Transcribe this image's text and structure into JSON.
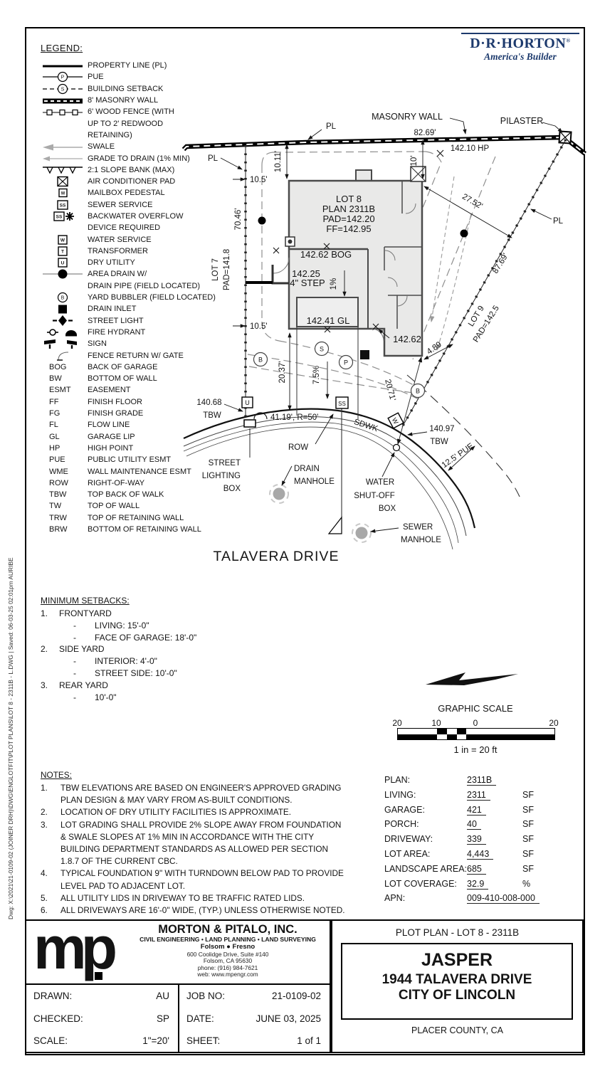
{
  "branding": {
    "line1": "D·R·HORTON",
    "reg": "®",
    "line2": "America's Builder",
    "navy": "#1d3a6d"
  },
  "legend": {
    "title": "LEGEND:",
    "sym": {
      "p": "P",
      "s": "S",
      "m": "M",
      "ss": "SS",
      "w": "W",
      "t": "T",
      "u": "U",
      "b": "B"
    },
    "items": [
      {
        "s": "pl",
        "t": "PROPERTY LINE (PL)"
      },
      {
        "s": "pue",
        "t": "PUE"
      },
      {
        "s": "setback",
        "t": "BUILDING SETBACK"
      },
      {
        "s": "masonry",
        "t": "8' MASONRY WALL"
      },
      {
        "s": "fence",
        "t": "6' WOOD FENCE (WITH"
      },
      {
        "s": "none",
        "t": "UP TO 2' REDWOOD"
      },
      {
        "s": "none",
        "t": "RETAINING)"
      },
      {
        "s": "swale",
        "t": "SWALE"
      },
      {
        "s": "grade",
        "t": "GRADE TO DRAIN (1% MIN)"
      },
      {
        "s": "slope",
        "t": "2:1 SLOPE BANK (MAX)"
      },
      {
        "s": "acpad",
        "t": "AIR CONDITIONER PAD"
      },
      {
        "s": "mbox",
        "t": "MAILBOX PEDESTAL"
      },
      {
        "s": "ssbox",
        "t": "SEWER SERVICE"
      },
      {
        "s": "ssstar",
        "t": "BACKWATER OVERFLOW"
      },
      {
        "s": "none",
        "t": "DEVICE REQUIRED"
      },
      {
        "s": "wbox",
        "t": "WATER SERVICE"
      },
      {
        "s": "tbox",
        "t": "TRANSFORMER"
      },
      {
        "s": "ubox",
        "t": "DRY UTILITY"
      },
      {
        "s": "areadrain",
        "t": "AREA DRAIN W/"
      },
      {
        "s": "none",
        "t": "DRAIN PIPE (FIELD LOCATED)"
      },
      {
        "s": "bubbler",
        "t": "YARD BUBBLER (FIELD LOCATED)"
      },
      {
        "s": "inlet",
        "t": "DRAIN INLET"
      },
      {
        "s": "stlight",
        "t": "STREET LIGHT"
      },
      {
        "s": "hydrant",
        "t": "FIRE HYDRANT"
      },
      {
        "s": "sign",
        "t": "SIGN"
      },
      {
        "s": "fenceret",
        "t": "FENCE RETURN W/ GATE"
      },
      {
        "s": "abbr",
        "a": "BOG",
        "t": "BACK OF GARAGE"
      },
      {
        "s": "abbr",
        "a": "BW",
        "t": "BOTTOM OF WALL"
      },
      {
        "s": "abbr",
        "a": "ESMT",
        "t": "EASEMENT"
      },
      {
        "s": "abbr",
        "a": "FF",
        "t": "FINISH FLOOR"
      },
      {
        "s": "abbr",
        "a": "FG",
        "t": "FINISH GRADE"
      },
      {
        "s": "abbr",
        "a": "FL",
        "t": "FLOW LINE"
      },
      {
        "s": "abbr",
        "a": "GL",
        "t": "GARAGE LIP"
      },
      {
        "s": "abbr",
        "a": "HP",
        "t": "HIGH POINT"
      },
      {
        "s": "abbr",
        "a": "PUE",
        "t": "PUBLIC UTILITY ESMT"
      },
      {
        "s": "abbr",
        "a": "WME",
        "t": "WALL MAINTENANCE ESMT"
      },
      {
        "s": "abbr",
        "a": "ROW",
        "t": "RIGHT-OF-WAY"
      },
      {
        "s": "abbr",
        "a": "TBW",
        "t": "TOP BACK OF WALK"
      },
      {
        "s": "abbr",
        "a": "TW",
        "t": "TOP OF WALL"
      },
      {
        "s": "abbr",
        "a": "TRW",
        "t": "TOP OF RETAINING WALL"
      },
      {
        "s": "abbr",
        "a": "BRW",
        "t": "BOTTOM OF RETAINING WALL"
      }
    ]
  },
  "plan": {
    "labels": {
      "masonry_wall": "MASONRY WALL",
      "dim_8269": "82.69'",
      "pilaster": "PILASTER",
      "pl_top": "PL",
      "pl_left": "PL",
      "pl_right": "PL",
      "hp": "142.10 HP",
      "dim_1011": "10.11'",
      "dim_10": "10'",
      "dim_105a": "10.5'",
      "dim_105b": "10.5'",
      "dim_7046": "70.46'",
      "lot7a": "LOT 7",
      "lot7b": "PAD=141.8",
      "lot8_1": "LOT 8",
      "lot8_2": "PLAN 2311B",
      "lot8_3": "PAD=142.20",
      "lot8_4": "FF=142.95",
      "dim_2752": "27.52'",
      "dim_8769": "87.69'",
      "lot9a": "LOT 9",
      "lot9b": "PAD=142.5",
      "bog": "142.62 BOG",
      "step1": "142.25",
      "step2": "4\" STEP",
      "pct1": "1%",
      "gl": "142.41 GL",
      "el14262": "142.62",
      "dim_489": "4.89",
      "dim_2037": "20.37'",
      "pct75": "7.5%",
      "dim_2071": "20.71'",
      "tbw1a": "140.68",
      "tbw1b": "TBW",
      "arc_dim": "41.19', R=50'",
      "sdwk": "SDWK",
      "tbw2a": "140.97",
      "tbw2b": "TBW",
      "row": "ROW",
      "pue125": "12.5' PUE",
      "slb1": "STREET",
      "slb2": "LIGHTING",
      "slb3": "BOX",
      "dm1": "DRAIN",
      "dm2": "MANHOLE",
      "ws1": "WATER",
      "ws2": "SHUT-OFF",
      "ws3": "BOX",
      "sm1": "SEWER",
      "sm2": "MANHOLE",
      "street": "TALAVERA DRIVE",
      "sym_b": "B",
      "sym_s": "S",
      "sym_p": "P",
      "sym_u": "U",
      "sym_ss": "SS",
      "sym_w": "W"
    }
  },
  "setbacks": {
    "title": "MINIMUM SETBACKS:",
    "lines": [
      {
        "n": "1.",
        "t": "FRONTYARD",
        "lvl": 0
      },
      {
        "n": "-",
        "t": "LIVING: 15'-0\"",
        "lvl": 1
      },
      {
        "n": "-",
        "t": "FACE OF GARAGE: 18'-0\"",
        "lvl": 1
      },
      {
        "n": "2.",
        "t": "SIDE YARD",
        "lvl": 0
      },
      {
        "n": "-",
        "t": "INTERIOR: 4'-0\"",
        "lvl": 1
      },
      {
        "n": "-",
        "t": "STREET SIDE: 10'-0\"",
        "lvl": 1
      },
      {
        "n": "3.",
        "t": "REAR YARD",
        "lvl": 0
      },
      {
        "n": "-",
        "t": "10'-0\"",
        "lvl": 1
      }
    ]
  },
  "notes": {
    "title": "NOTES:",
    "items": [
      {
        "n": "1.",
        "t": "TBW ELEVATIONS ARE BASED ON ENGINEER'S APPROVED GRADING PLAN DESIGN & MAY VARY FROM AS-BUILT CONDITIONS."
      },
      {
        "n": "2.",
        "t": "LOCATION OF DRY UTILITY FACILITIES IS APPROXIMATE."
      },
      {
        "n": "3.",
        "t": "LOT GRADING SHALL PROVIDE 2% SLOPE AWAY FROM FOUNDATION & SWALE SLOPES AT 1% MIN IN ACCORDANCE WITH THE CITY BUILDING DEPARTMENT STANDARDS AS ALLOWED PER SECTION 1.8.7 OF THE CURRENT CBC."
      },
      {
        "n": "4.",
        "t": "TYPICAL FOUNDATION 9\" WITH TURNDOWN BELOW PAD TO PROVIDE LEVEL PAD TO ADJACENT LOT."
      },
      {
        "n": "5.",
        "t": "ALL UTILITY LIDS IN DRIVEWAY TO BE TRAFFIC RATED LIDS."
      },
      {
        "n": "6.",
        "t": "ALL DRIVEWAYS ARE 16'-0\" WIDE, (TYP.) UNLESS OTHERWISE NOTED."
      }
    ]
  },
  "areas": {
    "rows": [
      {
        "label": "PLAN:",
        "value": "2311B",
        "unit": ""
      },
      {
        "label": "LIVING:",
        "value": "2311",
        "unit": "SF"
      },
      {
        "label": "GARAGE:",
        "value": "421",
        "unit": "SF"
      },
      {
        "label": "PORCH:",
        "value": "40",
        "unit": "SF"
      },
      {
        "label": "DRIVEWAY:",
        "value": "339",
        "unit": "SF"
      },
      {
        "label": "LOT AREA:",
        "value": "4,443",
        "unit": "SF"
      },
      {
        "label": "LANDSCAPE AREA:",
        "value": "685",
        "unit": "SF"
      },
      {
        "label": "LOT COVERAGE:",
        "value": "32.9",
        "unit": "%"
      },
      {
        "label": "APN:",
        "value": "009-410-008-000",
        "unit": ""
      }
    ]
  },
  "scale": {
    "title": "GRAPHIC SCALE",
    "ticks": [
      "20",
      "10",
      "0",
      "20"
    ],
    "caption": "1 in =  20 ft"
  },
  "titleblock": {
    "firm": {
      "logo": "mp",
      "name": "MORTON & PITALO, INC.",
      "tagline": "CIVIL ENGINEERING • LAND PLANNING • LAND SURVEYING",
      "cities": "Folsom  ●  Fresno",
      "addr1": "600 Coolidge Drive, Suite #140",
      "addr2": "Folsom, CA 95630",
      "phone": "phone: (916) 984-7621",
      "web": "web: www.mpengr.com"
    },
    "fields": {
      "drawn_label": "DRAWN:",
      "drawn_value": "AU",
      "checked_label": "CHECKED:",
      "checked_value": "SP",
      "scale_label": "SCALE:",
      "scale_value": "1\"=20'",
      "job_label": "JOB NO:",
      "job_value": "21-0109-02",
      "date_label": "DATE:",
      "date_value": "JUNE 03, 2025",
      "sheet_label": "SHEET:",
      "sheet_value": "1 of 1"
    },
    "plot": {
      "heading": "PLOT  PLAN - LOT 8 - 2311B",
      "name": "JASPER",
      "addr": "1944 TALAVERA DRIVE",
      "city": "CITY OF LINCOLN",
      "county": "PLACER COUNTY, CA"
    }
  },
  "edge_note": "Dwg: X:\\2021\\21-0109-02 (JOINER DRH)\\DWG\\ENGLOTFIT\\PLOT PLANS\\LOT 8 - 2311B - L.DWG  |  Saved: 06-03-25 02:01pm  AURIBE"
}
